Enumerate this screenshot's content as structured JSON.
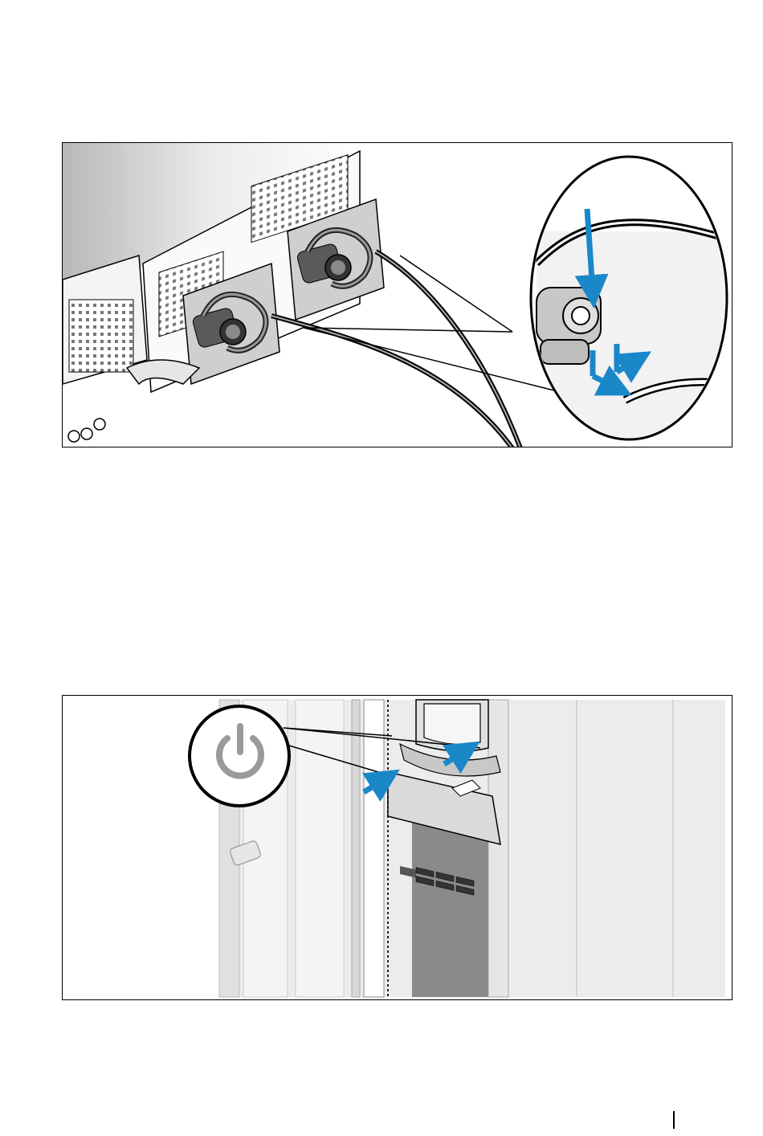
{
  "figures": [
    {
      "id": "power-cable-retention-figure",
      "icon": "power-cable-clip-illustration"
    },
    {
      "id": "power-on-figure",
      "icon": "power-button-illustration"
    }
  ],
  "colors": {
    "arrow": "#1a87c9",
    "line": "#000000",
    "shade_light": "#d0d0d0",
    "shade_mid": "#9a9a9a",
    "shade_dark": "#5a5a5a"
  }
}
